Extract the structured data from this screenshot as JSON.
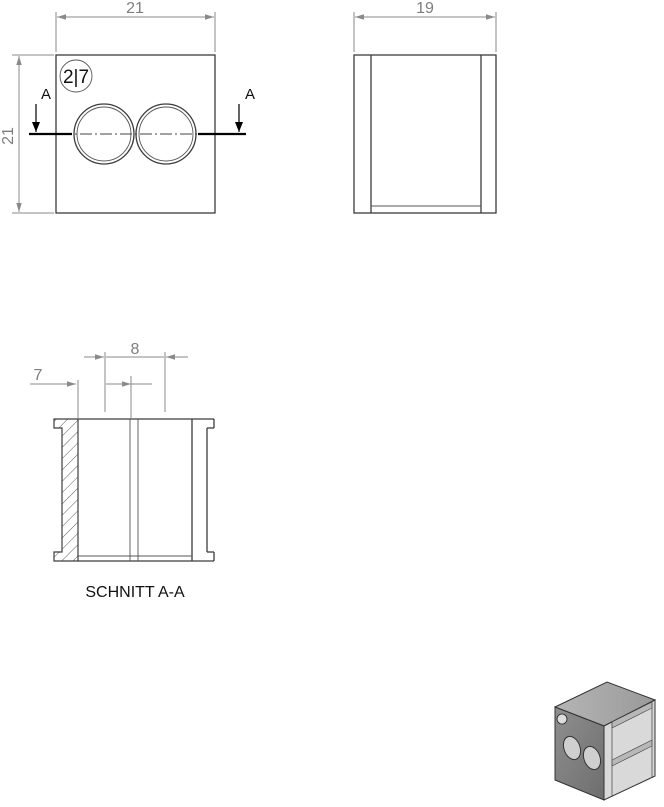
{
  "front_view": {
    "width_dim": "21",
    "height_dim": "21",
    "badge": "2|7",
    "section_label_left": "A",
    "section_label_right": "A"
  },
  "side_view": {
    "width_dim": "19"
  },
  "section_view": {
    "dim_wall": "7",
    "dim_pitch": "8",
    "caption": "SCHNITT A-A"
  }
}
